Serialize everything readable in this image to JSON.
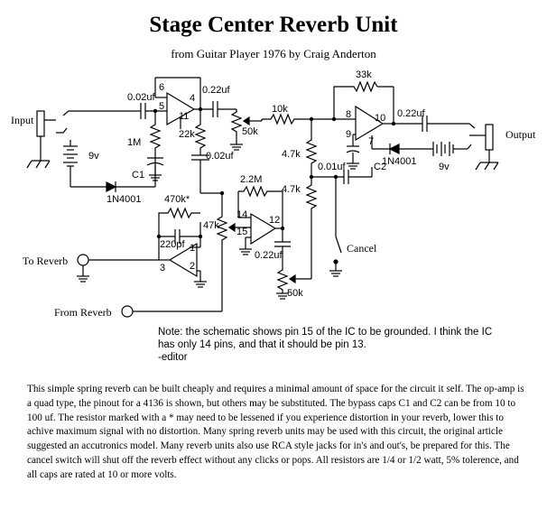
{
  "title": "Stage Center Reverb Unit",
  "subtitle": "from Guitar Player 1976 by Craig Anderton",
  "labels": {
    "input": "Input",
    "output": "Output",
    "to_reverb": "To Reverb",
    "from_reverb": "From Reverb",
    "cancel": "Cancel",
    "battery_in": "9v",
    "battery_out": "9v",
    "diode_in": "1N4001",
    "diode_out": "1N4001",
    "c_in": "0.02uf",
    "c_a_out": "0.22uf",
    "c_b_bypass": "0.02uf",
    "c_feedback": "220pf",
    "c_d_out": "0.22uf",
    "c_mix": "0.01uf",
    "c_out": "0.22uf",
    "c1": "C1",
    "c2": "C2",
    "r_bias": "1M",
    "r_div": "22k",
    "r_470k": "470k*",
    "r_2m2": "2.2M",
    "r_47k": "47k",
    "r_10k": "10k",
    "r_4k7a": "4.7k",
    "r_4k7b": "4.7k",
    "r_33k": "33k",
    "pot_a": "50k",
    "pot_b": "50k",
    "pins": {
      "a6": "6",
      "a5": "5",
      "a4": "4",
      "a11": "11",
      "b1": "1",
      "b2": "2",
      "b3": "3",
      "d14": "14",
      "d15": "15",
      "d12": "12",
      "c8": "8",
      "c9": "9",
      "c10": "10",
      "c7": "7"
    }
  },
  "note": "Note: the schematic shows pin 15 of the IC to be grounded. I think the IC has only 14 pins, and that it should be pin 13.\n-editor",
  "description": "This simple spring reverb can be built cheaply and requires a minimal amount of space for the circuit it self. The op-amp is a quad type, the pinout for a 4136 is shown, but others may be substituted. The bypass caps C1 and C2 can be from 10 to 100 uf. The resistor marked with a * may need to be lessened if you experience distortion in your reverb, lower this to achive maximum signal with no distortion. Many spring reverb units may be used with this circuit, the original article suggested an accutronics model. Many reverb units also use RCA style jacks for in's and out's, be prepared for this. The cancel switch will shut off the reverb effect without any clicks or pops. All resistors are 1/4 or 1/2 watt, 5% tolerence, and all caps are rated at 10 or more volts."
}
